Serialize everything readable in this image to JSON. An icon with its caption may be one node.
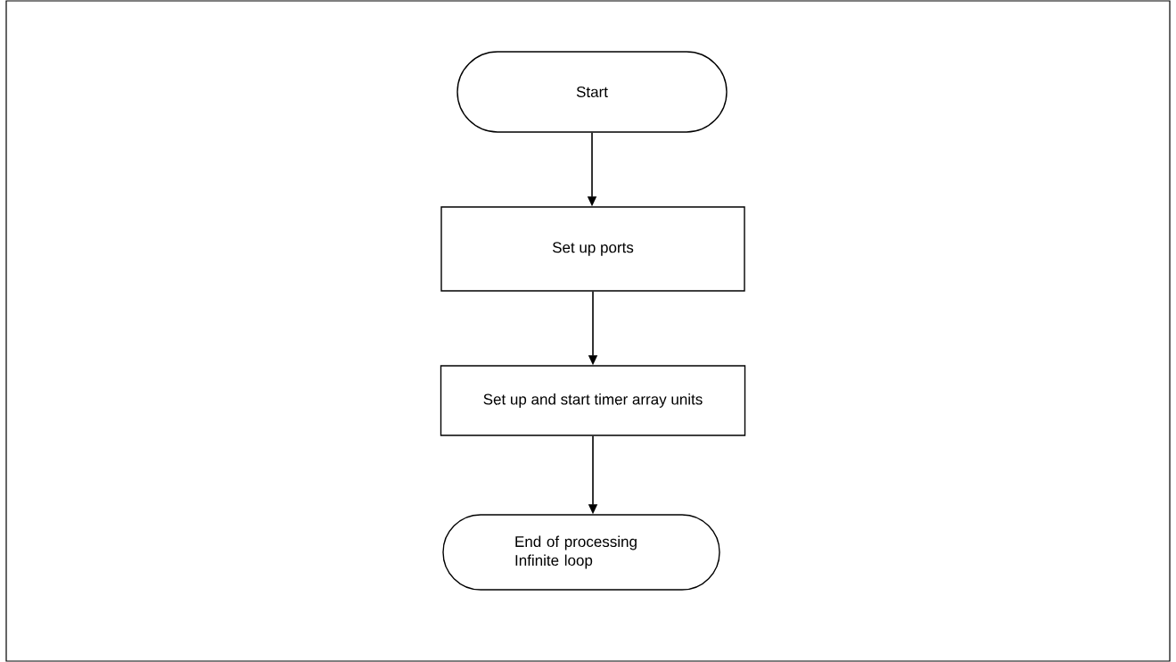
{
  "diagram": {
    "nodes": [
      {
        "text": [
          "Start"
        ]
      },
      {
        "text": [
          "Set up ports"
        ]
      },
      {
        "text": [
          "Set up and start timer array units"
        ]
      },
      {
        "text": [
          "End of processing Infinite loop"
        ]
      }
    ],
    "edges": [
      {
        "from": 0,
        "to": 1,
        "arrow": "to"
      },
      {
        "from": 1,
        "to": 2,
        "arrow": "to"
      },
      {
        "from": 2,
        "to": 3,
        "arrow": "to"
      }
    ]
  }
}
